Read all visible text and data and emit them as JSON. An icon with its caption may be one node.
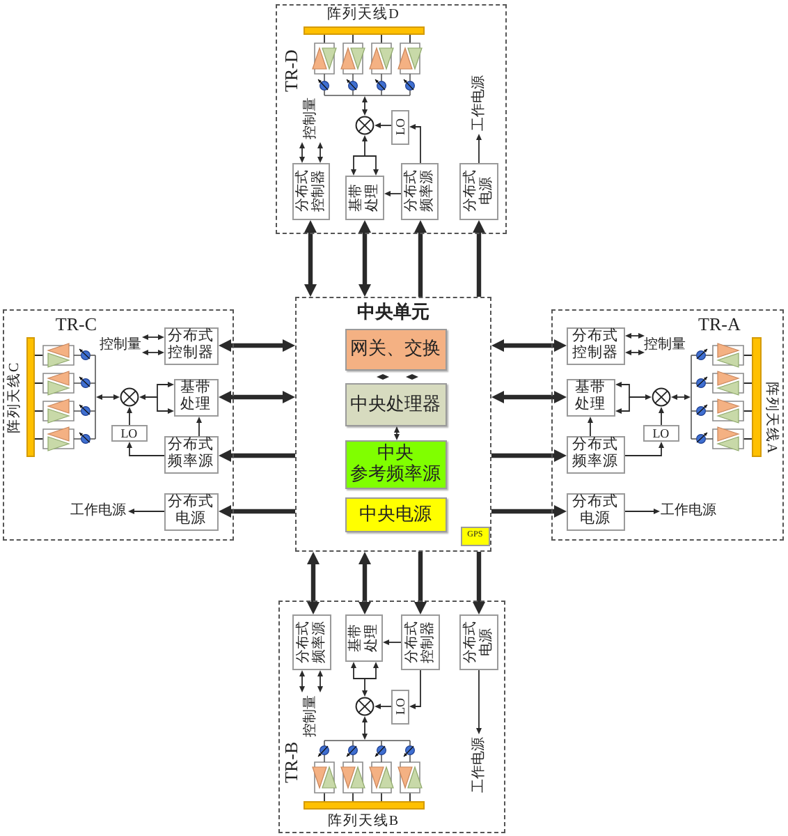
{
  "diagram": {
    "nodes": [
      {
        "text": [
          "TR-D"
        ]
      },
      {
        "text": [
          "阵列天线D"
        ],
        "in": 0
      },
      {
        "text": [],
        "shape": "picture",
        "in": 0
      },
      {
        "text": [],
        "shape": "circle",
        "in": 0
      },
      {
        "text": [
          "LO"
        ],
        "in": 0
      },
      {
        "text": [
          "控制量"
        ],
        "in": 0
      },
      {
        "text": [
          "工作电源"
        ],
        "in": 0
      },
      {
        "text": [
          "分布式控制器"
        ],
        "in": 0
      },
      {
        "text": [
          "基带处理"
        ],
        "in": 0
      },
      {
        "text": [
          "分布式频率源"
        ],
        "in": 0
      },
      {
        "text": [
          "分布式电源"
        ],
        "in": 0
      },
      {
        "text": [
          "TR-C"
        ]
      },
      {
        "text": [
          "阵列天线C"
        ],
        "in": 11
      },
      {
        "text": [],
        "shape": "picture",
        "in": 11
      },
      {
        "text": [
          "控制量"
        ],
        "in": 11
      },
      {
        "text": [
          "分布式控制器"
        ],
        "in": 11
      },
      {
        "text": [],
        "shape": "circle",
        "in": 11
      },
      {
        "text": [
          "基带处理"
        ],
        "in": 11
      },
      {
        "text": [
          "LO"
        ],
        "in": 11
      },
      {
        "text": [
          "分布式频率源"
        ],
        "in": 11
      },
      {
        "text": [
          "工作电源"
        ],
        "in": 11
      },
      {
        "text": [
          "分布式电源"
        ],
        "in": 11
      },
      {
        "text": [
          "中央单元"
        ]
      },
      {
        "text": [
          "网关、交换"
        ],
        "in": 22
      },
      {
        "text": [
          "中央处理器"
        ],
        "in": 22
      },
      {
        "text": [
          "中央",
          "参考频率源"
        ],
        "in": 22
      },
      {
        "text": [
          "中央电源"
        ],
        "in": 22
      },
      {
        "text": [
          "GPS"
        ],
        "in": 22
      },
      {
        "text": [
          "TR-A"
        ]
      },
      {
        "text": [
          "分布式控制器"
        ],
        "in": 28
      },
      {
        "text": [
          "控制量"
        ],
        "in": 28
      },
      {
        "text": [],
        "shape": "picture",
        "in": 28
      },
      {
        "text": [
          "阵列天线A"
        ],
        "in": 28
      },
      {
        "text": [
          "基带处理"
        ],
        "in": 28
      },
      {
        "text": [],
        "shape": "circle",
        "in": 28
      },
      {
        "text": [
          "分布式频率源"
        ],
        "in": 28
      },
      {
        "text": [
          "LO"
        ],
        "in": 28
      },
      {
        "text": [
          "分布式电源"
        ],
        "in": 28
      },
      {
        "text": [
          "工作电源"
        ],
        "in": 28
      },
      {
        "text": [
          "TR-B"
        ]
      },
      {
        "text": [
          "分布式频率源"
        ],
        "in": 39
      },
      {
        "text": [
          "基带处理"
        ],
        "in": 39
      },
      {
        "text": [
          "分布式控制器"
        ],
        "in": 39
      },
      {
        "text": [
          "分布式电源"
        ],
        "in": 39
      },
      {
        "text": [
          "控制量"
        ],
        "in": 39
      },
      {
        "text": [],
        "shape": "circle",
        "in": 39
      },
      {
        "text": [
          "LO"
        ],
        "in": 39
      },
      {
        "text": [
          "工作电源"
        ],
        "in": 39
      },
      {
        "text": [],
        "shape": "picture",
        "in": 39
      },
      {
        "text": [
          "阵列天线B"
        ],
        "in": 39
      }
    ],
    "edges": [
      {
        "from": 7,
        "to": 5,
        "arrow": "both"
      },
      {
        "from": 7,
        "to": 5,
        "arrow": "both"
      },
      {
        "from": 8,
        "to": 3,
        "arrow": "both"
      },
      {
        "from": 9,
        "to": 8,
        "arrow": "to"
      },
      {
        "from": 9,
        "to": 4,
        "arrow": "to"
      },
      {
        "from": 4,
        "to": 3,
        "arrow": "to"
      },
      {
        "from": 3,
        "to": 2,
        "arrow": "both"
      },
      {
        "from": 2,
        "to": 1,
        "arrow": "none"
      },
      {
        "from": 10,
        "to": 6,
        "arrow": "to"
      },
      {
        "from": 15,
        "to": 14,
        "arrow": "both"
      },
      {
        "from": 15,
        "to": 14,
        "arrow": "both"
      },
      {
        "from": 17,
        "to": 16,
        "arrow": "both"
      },
      {
        "from": 19,
        "to": 17,
        "arrow": "to"
      },
      {
        "from": 19,
        "to": 18,
        "arrow": "to"
      },
      {
        "from": 18,
        "to": 16,
        "arrow": "to"
      },
      {
        "from": 16,
        "to": 13,
        "arrow": "both"
      },
      {
        "from": 13,
        "to": 12,
        "arrow": "none"
      },
      {
        "from": 21,
        "to": 20,
        "arrow": "to"
      },
      {
        "from": 23,
        "to": 24,
        "arrow": "both"
      },
      {
        "from": 23,
        "to": 24,
        "arrow": "both"
      },
      {
        "from": 24,
        "to": 25,
        "arrow": "both"
      },
      {
        "from": 29,
        "to": 30,
        "arrow": "both"
      },
      {
        "from": 29,
        "to": 30,
        "arrow": "both"
      },
      {
        "from": 33,
        "to": 34,
        "arrow": "both"
      },
      {
        "from": 35,
        "to": 33,
        "arrow": "to"
      },
      {
        "from": 35,
        "to": 36,
        "arrow": "to"
      },
      {
        "from": 36,
        "to": 34,
        "arrow": "to"
      },
      {
        "from": 34,
        "to": 31,
        "arrow": "both"
      },
      {
        "from": 31,
        "to": 32,
        "arrow": "none"
      },
      {
        "from": 37,
        "to": 38,
        "arrow": "to"
      },
      {
        "from": 40,
        "to": 44,
        "arrow": "both"
      },
      {
        "from": 40,
        "to": 44,
        "arrow": "both"
      },
      {
        "from": 41,
        "to": 45,
        "arrow": "both"
      },
      {
        "from": 42,
        "to": 41,
        "arrow": "to"
      },
      {
        "from": 42,
        "to": 46,
        "arrow": "to"
      },
      {
        "from": 46,
        "to": 45,
        "arrow": "to"
      },
      {
        "from": 45,
        "to": 48,
        "arrow": "both"
      },
      {
        "from": 48,
        "to": 49,
        "arrow": "none"
      },
      {
        "from": 43,
        "to": 47,
        "arrow": "to"
      },
      {
        "from": 7,
        "to": 22,
        "arrow": "both",
        "style": "thick"
      },
      {
        "from": 8,
        "to": 22,
        "arrow": "both",
        "style": "thick"
      },
      {
        "from": 22,
        "to": 9,
        "arrow": "to",
        "style": "thick"
      },
      {
        "from": 22,
        "to": 10,
        "arrow": "to",
        "style": "thick"
      },
      {
        "from": 15,
        "to": 22,
        "arrow": "both",
        "style": "thick"
      },
      {
        "from": 17,
        "to": 22,
        "arrow": "both",
        "style": "thick"
      },
      {
        "from": 22,
        "to": 19,
        "arrow": "to",
        "style": "thick"
      },
      {
        "from": 22,
        "to": 21,
        "arrow": "to",
        "style": "thick"
      },
      {
        "from": 29,
        "to": 22,
        "arrow": "both",
        "style": "thick"
      },
      {
        "from": 33,
        "to": 22,
        "arrow": "both",
        "style": "thick"
      },
      {
        "from": 22,
        "to": 35,
        "arrow": "to",
        "style": "thick"
      },
      {
        "from": 22,
        "to": 37,
        "arrow": "to",
        "style": "thick"
      },
      {
        "from": 40,
        "to": 22,
        "arrow": "both",
        "style": "thick"
      },
      {
        "from": 41,
        "to": 22,
        "arrow": "both",
        "style": "thick"
      },
      {
        "from": 22,
        "to": 42,
        "arrow": "to",
        "style": "thick"
      },
      {
        "from": 22,
        "to": 43,
        "arrow": "to",
        "style": "thick"
      }
    ]
  }
}
